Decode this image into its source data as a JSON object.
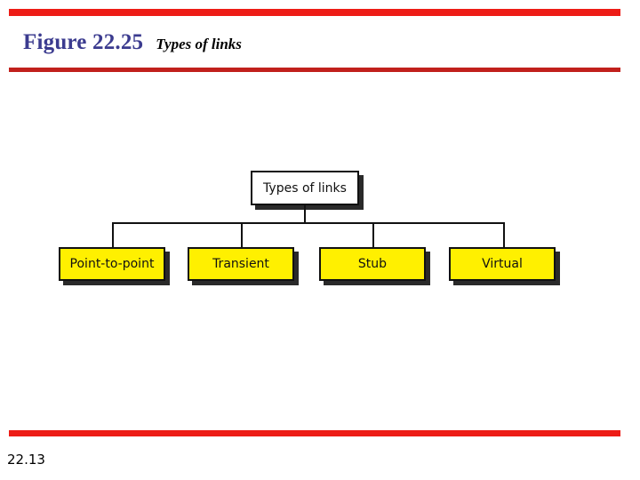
{
  "slide": {
    "figure_label": "Figure 22.25",
    "caption": "Types of links",
    "footer_number": "22.13",
    "colors": {
      "figure_label": "#3B3B8F",
      "rule_bright_red": "#ED1C16",
      "rule_dark_red": "#C1201C",
      "leaf_fill": "#FFF000",
      "root_fill": "#FFFFFF",
      "outline": "#111111",
      "shadow": "#2A2A2A"
    }
  },
  "diagram": {
    "type": "tree",
    "root": {
      "label": "Types of links"
    },
    "children": [
      {
        "label": "Point-to-point"
      },
      {
        "label": "Transient"
      },
      {
        "label": "Stub"
      },
      {
        "label": "Virtual"
      }
    ]
  }
}
